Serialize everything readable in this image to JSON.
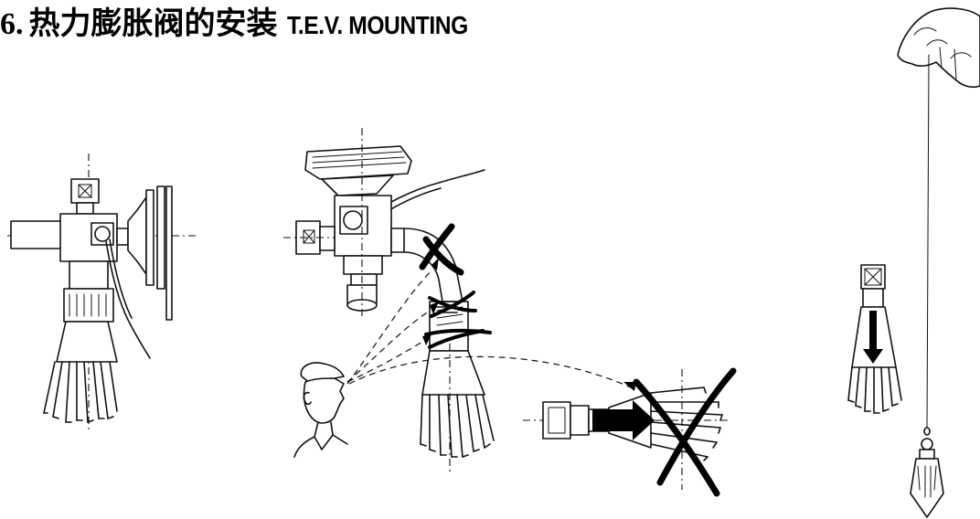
{
  "title": {
    "number": "6.",
    "chinese": "热力膨胀阀的安装",
    "english": "T.E.V. MOUNTING"
  }
}
